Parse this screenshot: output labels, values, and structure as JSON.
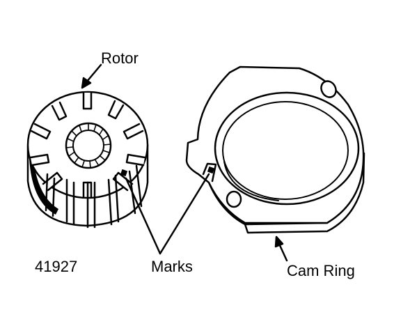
{
  "figure": {
    "number": "41927",
    "labels": {
      "rotor": "Rotor",
      "marks": "Marks",
      "cam_ring": "Cam Ring"
    },
    "colors": {
      "ink": "#000000",
      "paper": "#ffffff"
    }
  }
}
